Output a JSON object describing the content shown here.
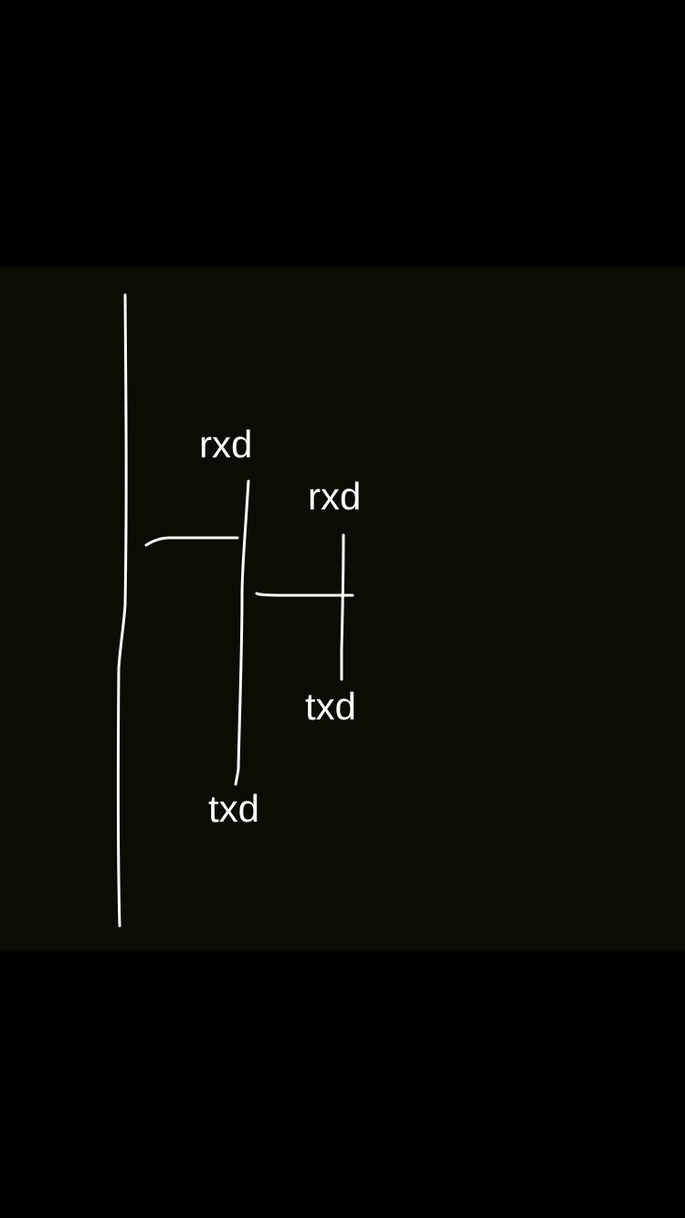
{
  "sketch": {
    "labels": {
      "rxd_upper": "rxd",
      "rxd_lower": "rxd",
      "txd_upper": "txd",
      "txd_lower": "txd"
    },
    "colors": {
      "outer_background": "#000000",
      "photo_background": "#0c0b04",
      "ink": "#ffffff"
    }
  }
}
